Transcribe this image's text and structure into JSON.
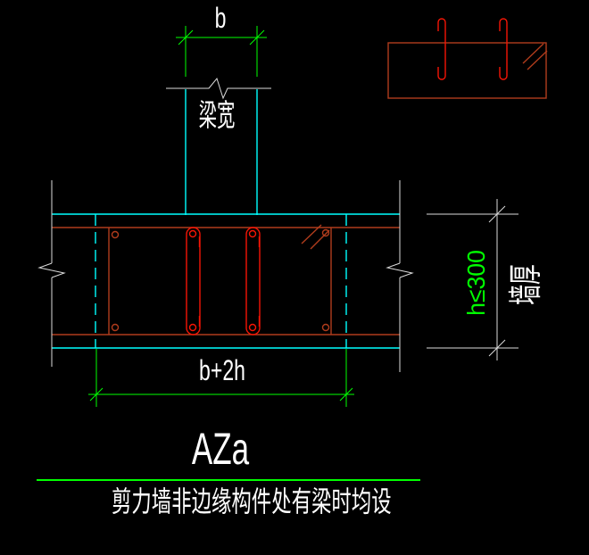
{
  "colors": {
    "background": "#000000",
    "line_white": "#dcdcdc",
    "text_white": "#ffffff",
    "cyan": "#00ffff",
    "green": "#00ff00",
    "red_bright": "#f51505",
    "red_dark": "#b03c1c"
  },
  "labels": {
    "beam_width": "b",
    "beam_caption": "梁宽",
    "zone_width": "b+2h",
    "thickness_limit": "h≤300",
    "thickness_caption": "墙厚",
    "title_code": "AZa",
    "title_note": "剪力墙非边缘构件处有梁时均设"
  }
}
